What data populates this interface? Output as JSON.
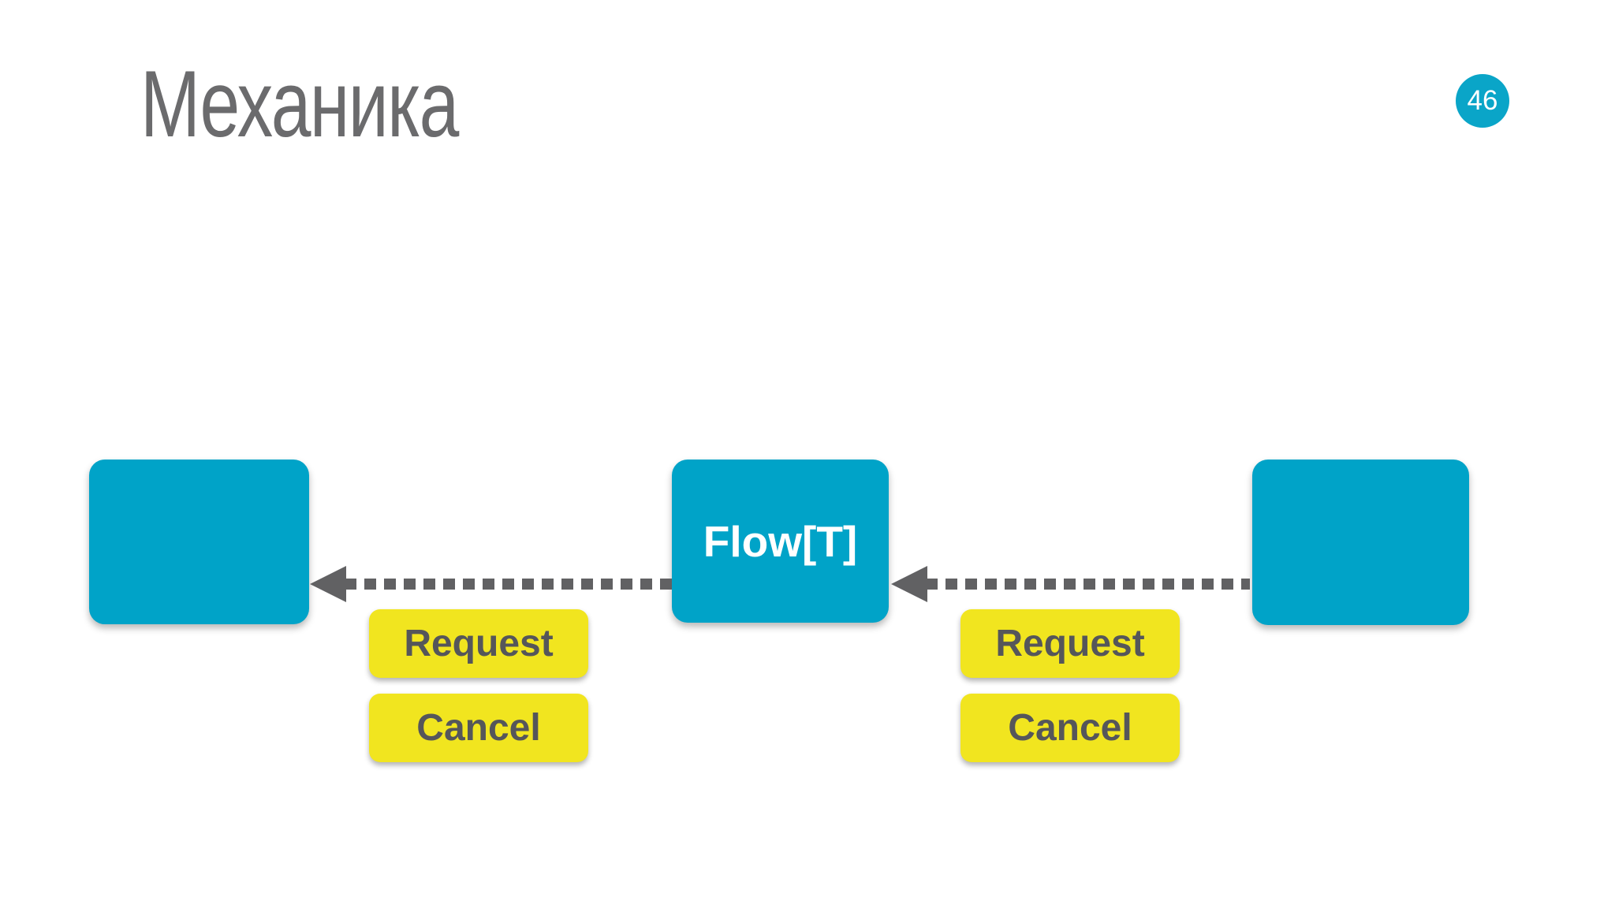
{
  "slide": {
    "title": "Механика",
    "page_badge": "46"
  },
  "diagram": {
    "flow_label": "Flow[T]",
    "request_label": "Request",
    "cancel_label": "Cancel"
  },
  "colors": {
    "box_teal": "#00a3c8",
    "badge_teal": "#0aa5c8",
    "button_yellow": "#f1e51f",
    "button_text_gray": "#55565a",
    "arrow_gray": "#616163",
    "title_gray": "#6b6b6d"
  }
}
